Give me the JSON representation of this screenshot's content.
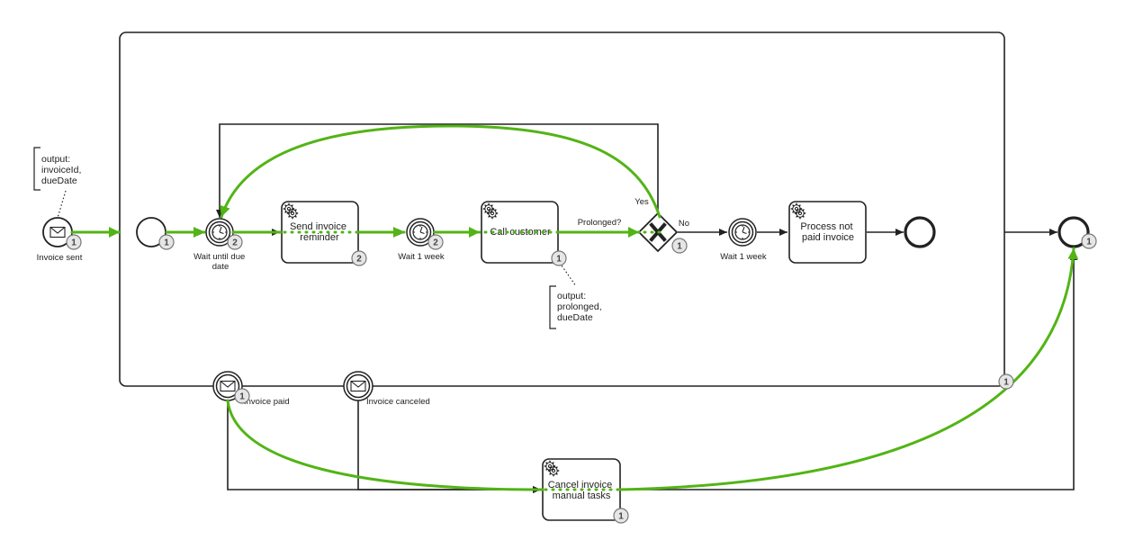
{
  "events": {
    "invoice_sent": "Invoice sent",
    "wait_until_due": [
      "Wait until due",
      "date"
    ],
    "wait_1_week_a": "Wait 1 week",
    "wait_1_week_b": "Wait 1 week",
    "invoice_paid": "Invoice paid",
    "invoice_canceled": "Invoice canceled"
  },
  "tasks": {
    "send_reminder": [
      "Send invoice",
      "reminder"
    ],
    "call_customer": [
      "Call customer"
    ],
    "process_not_paid": [
      "Process not",
      "paid invoice"
    ],
    "cancel_manual": [
      "Cancel invoice",
      "manual tasks"
    ]
  },
  "gateway": {
    "label": "Prolonged?",
    "yes": "Yes",
    "no": "No"
  },
  "annotations": {
    "start_output": [
      "output:",
      "invoiceId,",
      "dueDate"
    ],
    "call_output": [
      "output:",
      "prolonged,",
      "dueDate"
    ]
  },
  "badges": {
    "invoice_sent": "1",
    "sub_start": "1",
    "wait_until_due": "2",
    "send_reminder": "2",
    "wait_1_week_a": "2",
    "call_customer": "1",
    "gateway": "1",
    "sub_end": "1",
    "invoice_paid": "1",
    "cancel_manual": "1",
    "final_end": "1"
  },
  "colors": {
    "highlight": "#52b415",
    "stroke": "#222222",
    "badge_fill": "#e6e6e6"
  }
}
